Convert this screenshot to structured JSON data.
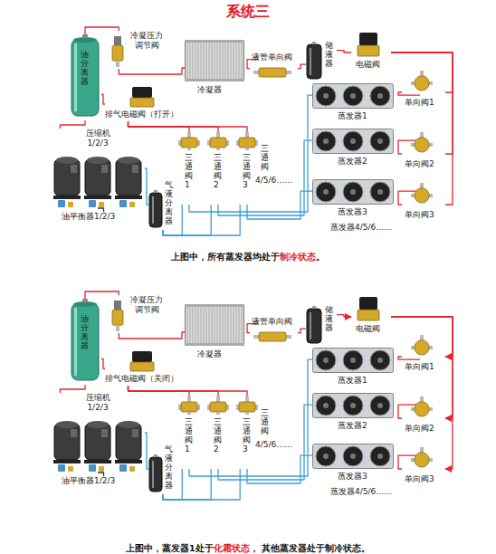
{
  "diagram": {
    "title": "系统三",
    "nodes": [
      {
        "text": [
          "油分离器"
        ]
      },
      {
        "text": [
          "冷凝压力调节阀"
        ]
      },
      {
        "text": [
          "冷凝器"
        ]
      },
      {
        "text": [
          "排气电磁阀（打开）"
        ]
      },
      {
        "text": [
          "液管单向阀"
        ]
      },
      {
        "text": [
          "储液器"
        ]
      },
      {
        "text": [
          "电磁阀"
        ]
      },
      {
        "text": [
          "压缩机 1/2/3"
        ]
      },
      {
        "text": [
          "油平衡器1/2/3"
        ]
      },
      {
        "text": [
          "气液分离器"
        ]
      },
      {
        "text": [
          "三通阀1"
        ]
      },
      {
        "text": [
          "三通阀2"
        ]
      },
      {
        "text": [
          "三通阀3"
        ]
      },
      {
        "text": [
          "蒸发器1"
        ]
      },
      {
        "text": [
          "蒸发器2"
        ]
      },
      {
        "text": [
          "蒸发器3"
        ]
      },
      {
        "text": [
          "单向阀1"
        ]
      },
      {
        "text": [
          "单向阀2"
        ]
      },
      {
        "text": [
          "单向阀3"
        ]
      },
      {
        "text": [
          "油分离器"
        ]
      },
      {
        "text": [
          "冷凝压力调节阀"
        ]
      },
      {
        "text": [
          "冷凝器"
        ]
      },
      {
        "text": [
          "排气电磁阀（关闭）"
        ]
      },
      {
        "text": [
          "液管单向阀"
        ]
      },
      {
        "text": [
          "储液器"
        ]
      },
      {
        "text": [
          "电磁阀"
        ]
      },
      {
        "text": [
          "压缩机 1/2/3"
        ]
      },
      {
        "text": [
          "油平衡器1/2/3"
        ]
      },
      {
        "text": [
          "气液分离器"
        ]
      },
      {
        "text": [
          "三通阀1"
        ]
      },
      {
        "text": [
          "三通阀2"
        ]
      },
      {
        "text": [
          "三通阀3"
        ]
      },
      {
        "text": [
          "蒸发器1"
        ]
      },
      {
        "text": [
          "蒸发器2"
        ]
      },
      {
        "text": [
          "蒸发器3"
        ]
      },
      {
        "text": [
          "单向阀1"
        ]
      },
      {
        "text": [
          "单向阀2"
        ]
      },
      {
        "text": [
          "单向阀3"
        ]
      }
    ],
    "edges": [
      {
        "from": 7,
        "to": 0,
        "arrow": "none"
      },
      {
        "from": 0,
        "to": 1,
        "arrow": "none"
      },
      {
        "from": 1,
        "to": 2,
        "arrow": "none"
      },
      {
        "from": 0,
        "to": 3,
        "arrow": "none"
      },
      {
        "from": 3,
        "to": 10,
        "arrow": "none"
      },
      {
        "from": 3,
        "to": 11,
        "arrow": "none"
      },
      {
        "from": 3,
        "to": 12,
        "arrow": "none"
      },
      {
        "from": 2,
        "to": 4,
        "arrow": "none"
      },
      {
        "from": 4,
        "to": 5,
        "arrow": "none"
      },
      {
        "from": 5,
        "to": 6,
        "arrow": "none"
      },
      {
        "from": 6,
        "to": 16,
        "arrow": "none"
      },
      {
        "from": 6,
        "to": 17,
        "arrow": "none"
      },
      {
        "from": 6,
        "to": 18,
        "arrow": "none"
      },
      {
        "from": 16,
        "to": 13,
        "arrow": "none"
      },
      {
        "from": 17,
        "to": 14,
        "arrow": "none"
      },
      {
        "from": 18,
        "to": 15,
        "arrow": "none"
      },
      {
        "from": 13,
        "to": 10,
        "arrow": "none"
      },
      {
        "from": 14,
        "to": 11,
        "arrow": "none"
      },
      {
        "from": 15,
        "to": 12,
        "arrow": "none"
      },
      {
        "from": 10,
        "to": 9,
        "arrow": "none"
      },
      {
        "from": 11,
        "to": 9,
        "arrow": "none"
      },
      {
        "from": 12,
        "to": 9,
        "arrow": "none"
      },
      {
        "from": 9,
        "to": 7,
        "arrow": "none"
      },
      {
        "from": 7,
        "to": 8,
        "arrow": "none"
      },
      {
        "from": 26,
        "to": 19,
        "arrow": "none"
      },
      {
        "from": 19,
        "to": 20,
        "arrow": "none"
      },
      {
        "from": 20,
        "to": 21,
        "arrow": "none"
      },
      {
        "from": 19,
        "to": 22,
        "arrow": "none"
      },
      {
        "from": 22,
        "to": 29,
        "arrow": "none"
      },
      {
        "from": 22,
        "to": 30,
        "arrow": "none"
      },
      {
        "from": 22,
        "to": 31,
        "arrow": "none"
      },
      {
        "from": 21,
        "to": 23,
        "arrow": "none"
      },
      {
        "from": 23,
        "to": 24,
        "arrow": "none"
      },
      {
        "from": 24,
        "to": 25,
        "arrow": "to"
      },
      {
        "from": 25,
        "to": 35,
        "arrow": "to"
      },
      {
        "from": 25,
        "to": 36,
        "arrow": "to"
      },
      {
        "from": 25,
        "to": 37,
        "arrow": "to"
      },
      {
        "from": 35,
        "to": 32,
        "arrow": "none"
      },
      {
        "from": 36,
        "to": 33,
        "arrow": "none"
      },
      {
        "from": 37,
        "to": 34,
        "arrow": "none"
      },
      {
        "from": 32,
        "to": 29,
        "arrow": "none"
      },
      {
        "from": 33,
        "to": 30,
        "arrow": "none"
      },
      {
        "from": 34,
        "to": 31,
        "arrow": "none"
      },
      {
        "from": 29,
        "to": 28,
        "arrow": "none"
      },
      {
        "from": 30,
        "to": 28,
        "arrow": "none"
      },
      {
        "from": 31,
        "to": 28,
        "arrow": "none"
      },
      {
        "from": 28,
        "to": 26,
        "arrow": "none"
      },
      {
        "from": 26,
        "to": 27,
        "arrow": "none"
      }
    ],
    "labels": [
      "三通阀",
      "4/5/6……",
      "蒸发器4/5/6……",
      "上图中，所有蒸发器均处于",
      "制冷状态",
      "。",
      "三通阀",
      "4/5/6……",
      "蒸发器4/5/6……",
      "上图中，蒸发器1处于",
      "化霜状态",
      "， 其他蒸发器处于制冷状态。"
    ]
  }
}
